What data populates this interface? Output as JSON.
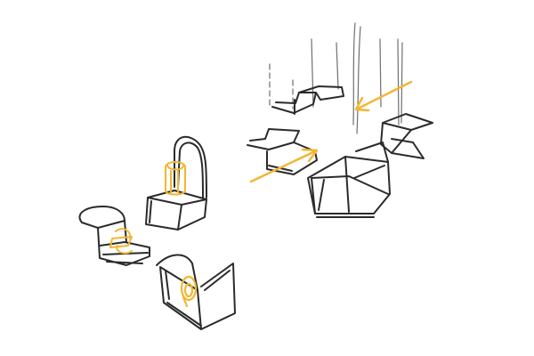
{
  "colors": {
    "background": "#ffffff",
    "ink": "#2b2b2b",
    "ink_light": "#6f6f6f",
    "highlight": "#f2b632"
  },
  "elements": {
    "left_group": "chairs-sketch",
    "bottom_group": "corner-frame-sketch",
    "right_group": "stacked-platforms-sketch",
    "arrows": 2
  }
}
